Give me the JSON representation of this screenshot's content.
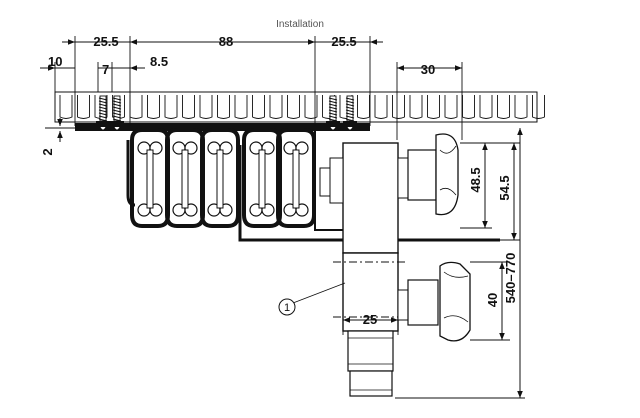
{
  "diagram": {
    "title": "Installation",
    "dimensions": {
      "d_25_5_left": "25.5",
      "d_88": "88",
      "d_25_5_right": "25.5",
      "d_10": "10",
      "d_7": "7",
      "d_8_5": "8.5",
      "d_30": "30",
      "d_2": "2",
      "d_48_5": "48.5",
      "d_54_5": "54.5",
      "d_540_770": "540–770",
      "d_40": "40",
      "d_25": "25"
    },
    "callout": "1"
  }
}
